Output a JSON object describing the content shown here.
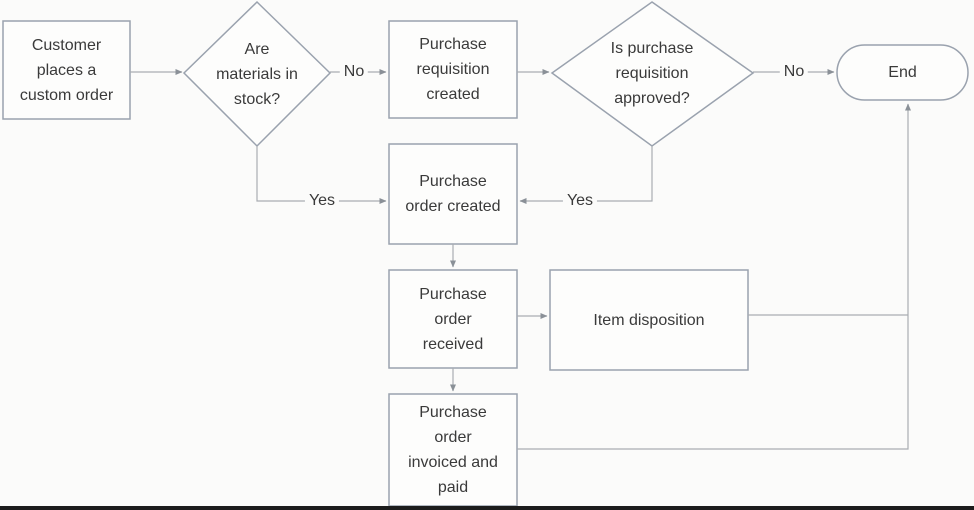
{
  "diagram": {
    "type": "flowchart",
    "colors": {
      "background": "#fbfbfa",
      "shape_border": "#9aa2ae",
      "shape_fill": "#fdfdfc",
      "connector": "#a9adb2",
      "arrowhead": "#8a9097",
      "text": "#3a3a3a",
      "bottom_bar": "#1c1c1c"
    },
    "nodes": {
      "customer": {
        "type": "process",
        "label": "Customer\nplaces a\ncustom order"
      },
      "materials": {
        "type": "decision",
        "label": "Are\nmaterials in\nstock?"
      },
      "requisition": {
        "type": "process",
        "label": "Purchase\nrequisition\ncreated"
      },
      "approved": {
        "type": "decision",
        "label": "Is purchase\nrequisition\napproved?"
      },
      "end": {
        "type": "terminator",
        "label": "End"
      },
      "po_created": {
        "type": "process",
        "label": "Purchase\norder created"
      },
      "po_received": {
        "type": "process",
        "label": "Purchase\norder\nreceived"
      },
      "item_disposition": {
        "type": "process",
        "label": "Item disposition"
      },
      "po_invoiced": {
        "type": "process",
        "label": "Purchase\norder\ninvoiced and\npaid"
      }
    },
    "edge_labels": {
      "no_to_requisition": "No",
      "no_to_end": "No",
      "yes_from_materials": "Yes",
      "yes_from_approved": "Yes"
    }
  }
}
